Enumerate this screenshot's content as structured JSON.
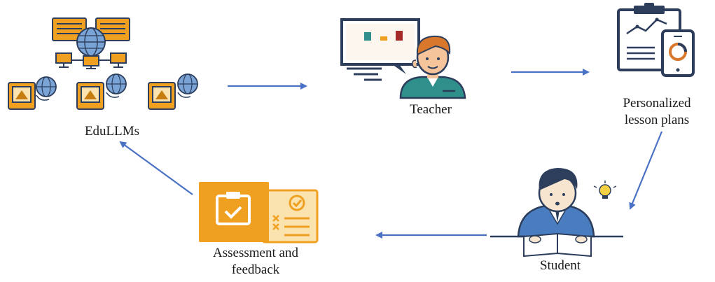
{
  "nodes": {
    "edullms": {
      "label": "EduLLMs"
    },
    "teacher": {
      "label": "Teacher"
    },
    "lesson_plans": {
      "line1": "Personalized",
      "line2": "lesson plans"
    },
    "student": {
      "label": "Student"
    },
    "assessment": {
      "line1": "Assessment and",
      "line2": "feedback"
    }
  },
  "colors": {
    "arrow": "#4a72c4",
    "orange": "#f0a020",
    "orange_dark": "#c57d10",
    "navy": "#2c3e5c",
    "teacher_shirt": "#2f8f8a",
    "student_suit": "#4a7cc0",
    "skin": "#f5c49a",
    "hair_orange": "#d9782c"
  },
  "icons": {
    "edullms": "server-network-icon",
    "teacher": "teacher-presentation-icon",
    "lesson_plans": "clipboard-phone-chart-icon",
    "student": "student-writing-icon",
    "assessment": "assessment-checklist-icon"
  }
}
